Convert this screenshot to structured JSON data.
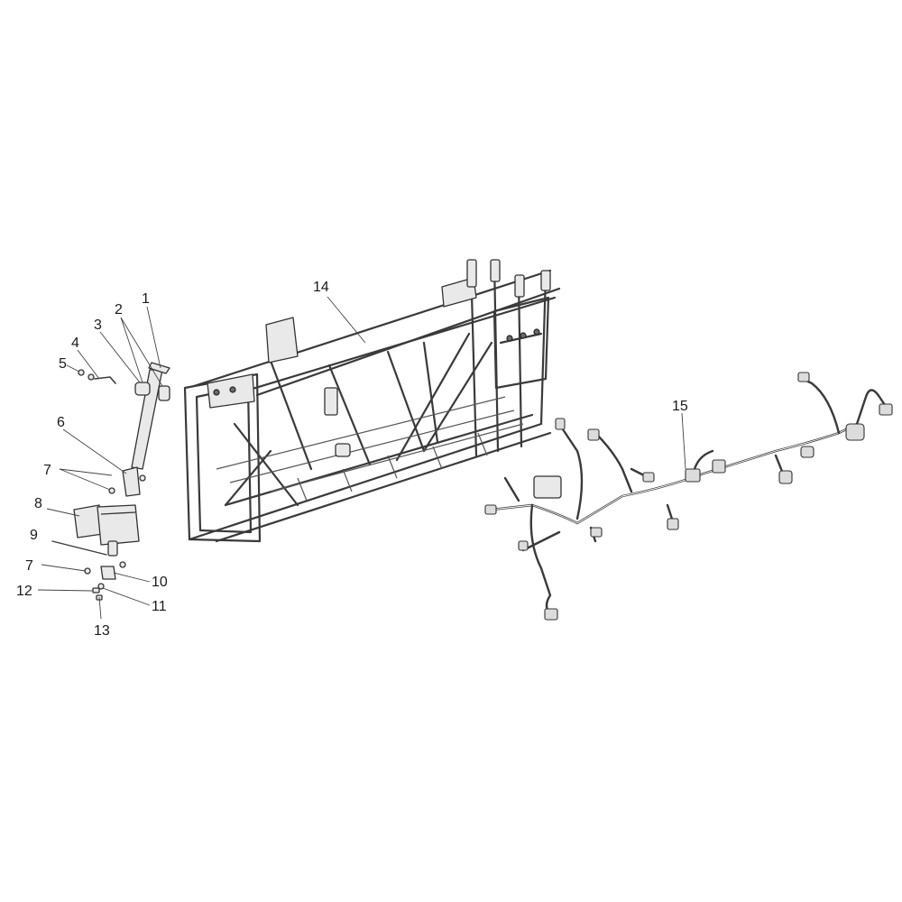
{
  "callouts": {
    "c1": "1",
    "c2": "2",
    "c3": "3",
    "c4": "4",
    "c5": "5",
    "c6": "6",
    "c7a": "7",
    "c7b": "7",
    "c8": "8",
    "c9": "9",
    "c10": "10",
    "c11": "11",
    "c12": "12",
    "c13": "13",
    "c14": "14",
    "c15": "15"
  },
  "parts": [
    {
      "callout": "1",
      "icon": "steering-column-icon"
    },
    {
      "callout": "2",
      "icon": "bushing-icon"
    },
    {
      "callout": "3",
      "icon": "sleeve-icon"
    },
    {
      "callout": "4",
      "icon": "retaining-clip-icon"
    },
    {
      "callout": "5",
      "icon": "nut-icon"
    },
    {
      "callout": "6",
      "icon": "steering-joint-icon"
    },
    {
      "callout": "7",
      "icon": "bolt-icon"
    },
    {
      "callout": "8",
      "icon": "steering-gearbox-icon"
    },
    {
      "callout": "9",
      "icon": "rod-icon"
    },
    {
      "callout": "10",
      "icon": "bracket-icon"
    },
    {
      "callout": "11",
      "icon": "washer-icon"
    },
    {
      "callout": "12",
      "icon": "screw-icon"
    },
    {
      "callout": "13",
      "icon": "pin-icon"
    },
    {
      "callout": "14",
      "icon": "chassis-frame-icon"
    },
    {
      "callout": "15",
      "icon": "wiring-harness-icon"
    }
  ]
}
